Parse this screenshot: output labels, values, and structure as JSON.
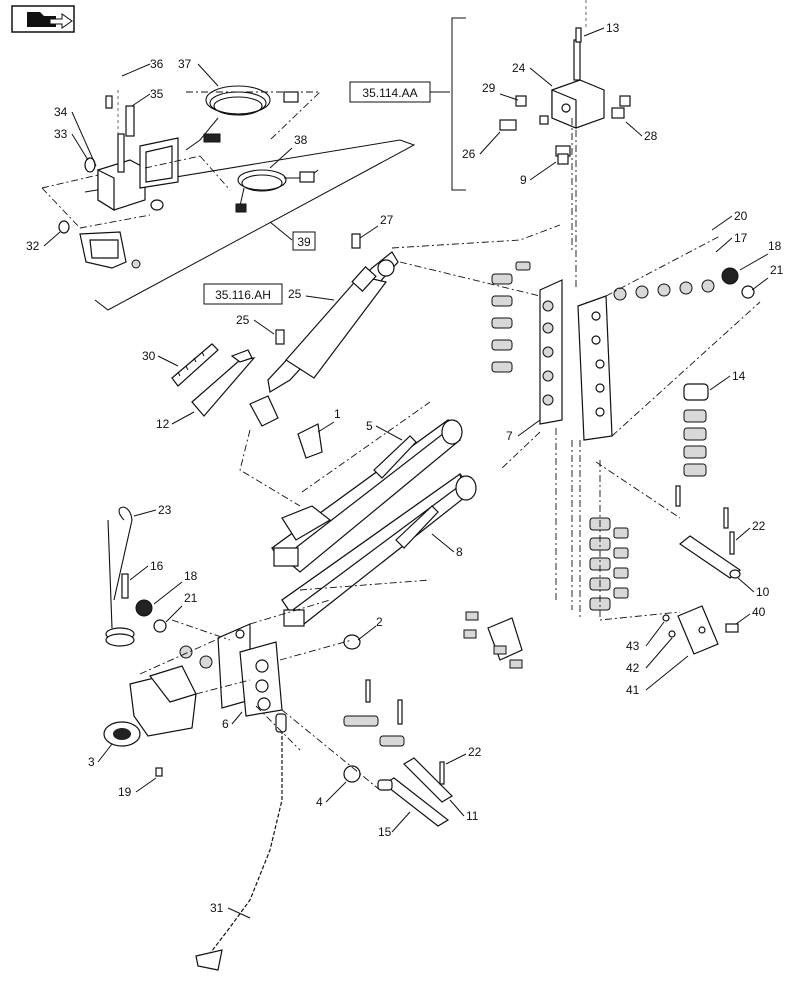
{
  "nav": {
    "icon": "next-page-arrow-icon"
  },
  "reference_boxes": {
    "r35114": "35.114.AA",
    "r35116": "35.116.AH",
    "r39": "39"
  },
  "callouts": {
    "c1": "1",
    "c2": "2",
    "c3": "3",
    "c4": "4",
    "c5": "5",
    "c6": "6",
    "c7": "7",
    "c8": "8",
    "c9": "9",
    "c10": "10",
    "c11": "11",
    "c12": "12",
    "c13": "13",
    "c14": "14",
    "c15": "15",
    "c16": "16",
    "c17": "17",
    "c18a": "18",
    "c18b": "18",
    "c19": "19",
    "c20": "20",
    "c21a": "21",
    "c21b": "21",
    "c22a": "22",
    "c22b": "22",
    "c23": "23",
    "c24": "24",
    "c25a": "25",
    "c25b": "25",
    "c26": "26",
    "c27": "27",
    "c28": "28",
    "c29": "29",
    "c30": "30",
    "c31": "31",
    "c32": "32",
    "c33": "33",
    "c34": "34",
    "c35": "35",
    "c36": "36",
    "c37": "37",
    "c38": "38",
    "c40": "40",
    "c41": "41",
    "c42": "42",
    "c43": "43"
  }
}
